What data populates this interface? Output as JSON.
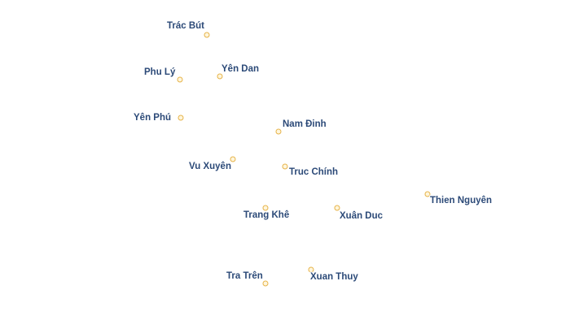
{
  "map": {
    "marker_color": "#e6b34a",
    "label_color": "#2c4a78",
    "places": [
      {
        "id": "trac-but",
        "name": "Trác Bút"
      },
      {
        "id": "phu-ly",
        "name": "Phu Lý"
      },
      {
        "id": "yen-dan",
        "name": "Yên Dan"
      },
      {
        "id": "yen-phu",
        "name": "Yên Phú"
      },
      {
        "id": "nam-dinh",
        "name": "Nam Ðinh"
      },
      {
        "id": "vu-xuyen",
        "name": "Vu Xuyên"
      },
      {
        "id": "truc-chinh",
        "name": "Truc Chính"
      },
      {
        "id": "thien-nguyen",
        "name": "Thien Nguyên"
      },
      {
        "id": "trang-khe",
        "name": "Trang Khê"
      },
      {
        "id": "xuan-duc",
        "name": "Xuân Duc"
      },
      {
        "id": "tra-tren",
        "name": "Tra Trên"
      },
      {
        "id": "xuan-thuy",
        "name": "Xuan Thuy"
      }
    ]
  }
}
